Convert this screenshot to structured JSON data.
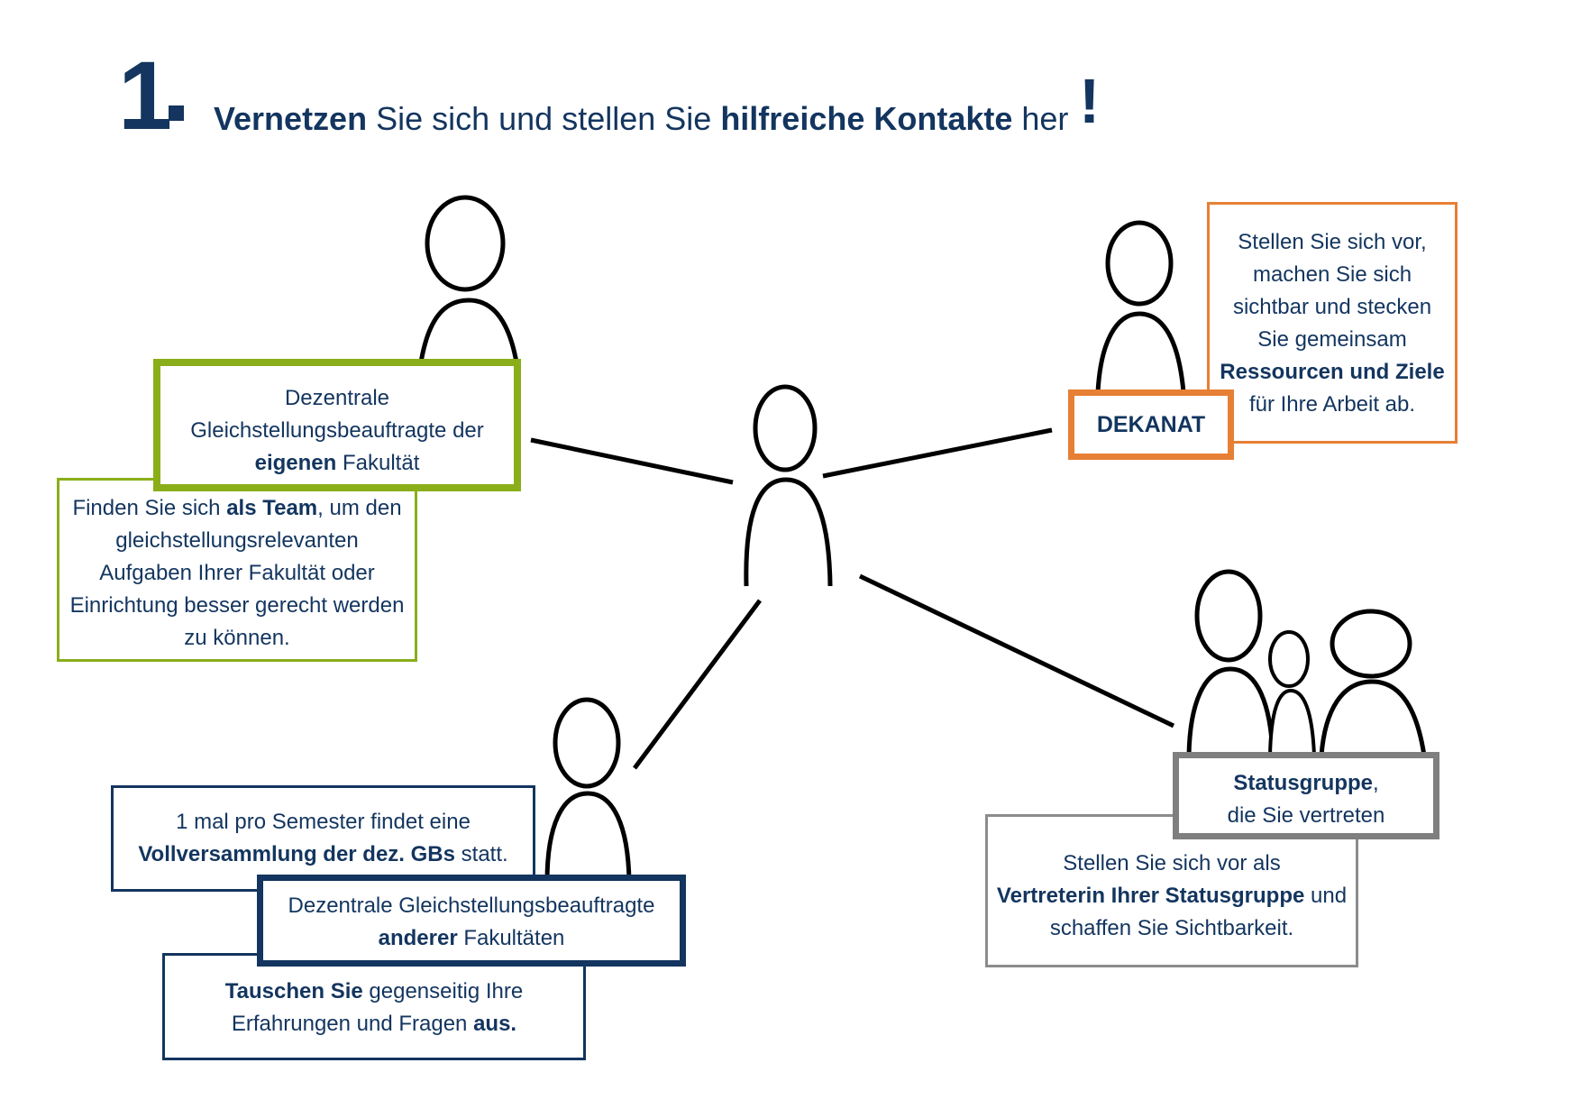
{
  "heading": {
    "number": "1",
    "bold_1": "Vernetzen",
    "text_1": " Sie sich und stellen Sie ",
    "bold_2": "hilfreiche Kontakte",
    "text_2": " her",
    "exclamation": "!"
  },
  "own_faculty": {
    "title_1": "Dezentrale",
    "title_2": "Gleichstellungsbeauftragte der",
    "title_bold": "eigenen",
    "title_3": " Fakultät",
    "desc_1": "Finden Sie sich ",
    "desc_bold": "als Team",
    "desc_2": ", um den",
    "desc_3": "gleichstellungsrelevanten",
    "desc_4": "Aufgaben Ihrer Fakultät oder",
    "desc_5": "Einrichtung besser gerecht werden",
    "desc_6": "zu können."
  },
  "dekanat": {
    "label": "DEKANAT",
    "desc_1": "Stellen Sie sich vor,",
    "desc_2": "machen Sie sich",
    "desc_3": "sichtbar und stecken",
    "desc_4": "Sie gemeinsam",
    "desc_bold": "Ressourcen und Ziele",
    "desc_5": "für Ihre Arbeit ab."
  },
  "status_group": {
    "title_bold": "Statusgruppe",
    "title_comma": ",",
    "title_2": "die Sie vertreten",
    "desc_1": "Stellen Sie sich vor als",
    "desc_bold": "Vertreterin Ihrer Statusgruppe",
    "desc_2": " und",
    "desc_3": "schaffen Sie Sichtbarkeit."
  },
  "other_faculties": {
    "meeting_1": "1 mal pro Semester findet eine",
    "meeting_bold": "Vollversammlung der dez. GBs",
    "meeting_2": " statt.",
    "title_1": "Dezentrale Gleichstellungsbeauftragte",
    "title_bold": "anderer",
    "title_2": " Fakultäten",
    "exchange_bold_1": "Tauschen Sie",
    "exchange_1": " gegenseitig Ihre",
    "exchange_2": "Erfahrungen und Fragen ",
    "exchange_bold_2": "aus."
  },
  "colors": {
    "navy": "#13355f",
    "green": "#8aae1a",
    "orange": "#e77f35",
    "gray": "#7f7f7f"
  }
}
